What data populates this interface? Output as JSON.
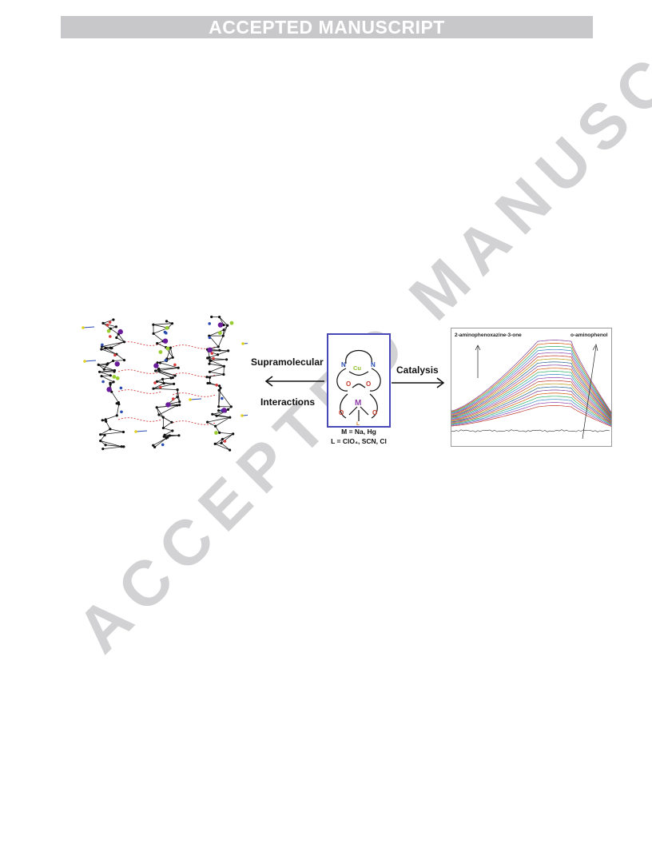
{
  "banner": {
    "text": "ACCEPTED MANUSCRIPT"
  },
  "watermark": {
    "text": "ACCEPTED MANUSCRIPT"
  },
  "figure": {
    "left_label_1": "Supramolecular",
    "left_label_2": "Interactions",
    "right_label": "Catalysis",
    "complex": {
      "atom_cu": "Cu",
      "atom_m": "M",
      "atom_n1": "N",
      "atom_n2": "N",
      "atom_o1": "O",
      "atom_o2": "O",
      "atom_o3": "O",
      "atom_o4": "O",
      "atom_l": "L",
      "legend_m": "M = Na, Hg",
      "legend_l": "L = ClO₄, SCN, Cl"
    },
    "spectrum": {
      "label_product": "2-aminophenoxazine-3-one",
      "label_reactant": "o-aminophenol",
      "curve_count": 22,
      "colors": [
        "#c0392b",
        "#8e44ad",
        "#2e86c1",
        "#27ae60",
        "#d35400",
        "#7d3c98",
        "#1f618d",
        "#b7950b"
      ]
    }
  }
}
